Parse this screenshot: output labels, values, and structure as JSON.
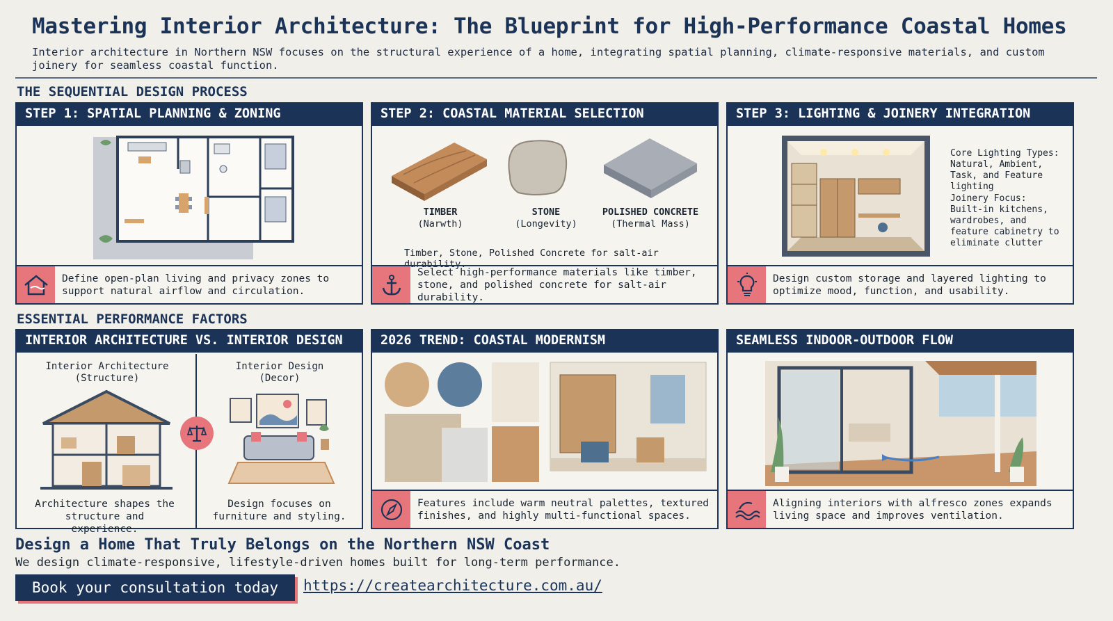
{
  "header": {
    "title": "Mastering Interior Architecture: The Blueprint for High-Performance Coastal Homes",
    "subtitle": "Interior architecture in Northern NSW focuses on the structural experience of a home, integrating spatial planning, climate-responsive materials, and custom joinery for seamless coastal function."
  },
  "sections": {
    "process": "THE SEQUENTIAL DESIGN PROCESS",
    "factors": "ESSENTIAL PERFORMANCE FACTORS"
  },
  "steps": [
    {
      "title": "STEP 1: SPATIAL PLANNING & ZONING",
      "caption": "Define open-plan living and privacy zones to support natural airflow and circulation.",
      "icon": "house-airflow-icon"
    },
    {
      "title": "STEP 2: COASTAL MATERIAL SELECTION",
      "materials": [
        {
          "name": "TIMBER",
          "note": "(Narwth)"
        },
        {
          "name": "STONE",
          "note": "(Longevity)"
        },
        {
          "name": "POLISHED CONCRETE",
          "note": "(Thermal Mass)"
        }
      ],
      "note": "Timber, Stone, Polished Concrete for salt-air durability.",
      "caption": "Select high-performance materials like timber, stone, and polished concrete for salt-air durability.",
      "icon": "anchor-icon"
    },
    {
      "title": "STEP 3: LIGHTING & JOINERY INTEGRATION",
      "lighting_heading": "Core Lighting Types:",
      "lighting_text": "Natural, Ambient, Task, and Feature lighting",
      "joinery_heading": "Joinery Focus:",
      "joinery_text": "Built-in kitchens, wardrobes, and feature cabinetry to eliminate clutter",
      "caption": "Design custom storage and layered lighting to optimize mood, function, and usability.",
      "icon": "lightbulb-icon"
    }
  ],
  "factors": [
    {
      "title": "INTERIOR ARCHITECTURE VS. INTERIOR DESIGN",
      "left_title": "Interior Architecture",
      "left_sub": "(Structure)",
      "left_caption": "Architecture shapes the structure and experience.",
      "right_title": "Interior Design",
      "right_sub": "(Decor)",
      "right_caption": "Design focuses on furniture and styling.",
      "icon": "balance-scale-icon"
    },
    {
      "title": "2026 TREND: COASTAL MODERNISM",
      "caption": "Features include warm neutral palettes, textured finishes, and highly multi-functional spaces.",
      "icon": "compass-icon",
      "swatch_colors": [
        "#d2ad82",
        "#5d7d9c"
      ]
    },
    {
      "title": "SEAMLESS INDOOR-OUTDOOR FLOW",
      "caption": "Aligning interiors with alfresco zones expands living space and improves ventilation.",
      "icon": "wave-icon"
    }
  ],
  "cta": {
    "heading": "Design a Home That Truly Belongs on the Northern NSW Coast",
    "subheading": "We design climate-responsive, lifestyle-driven homes built for long-term performance.",
    "button": "Book your consultation today",
    "url": "https://createarchitecture.com.au/"
  },
  "colors": {
    "navy": "#1b3357",
    "coral": "#e6767c",
    "background": "#f1efe9"
  }
}
